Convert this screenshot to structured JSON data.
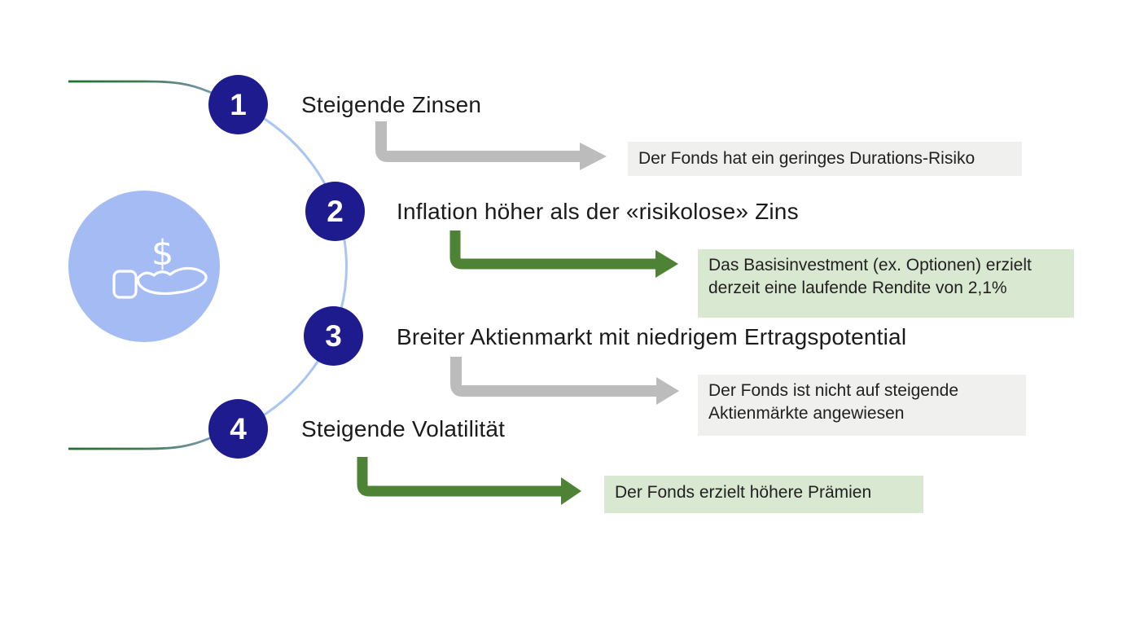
{
  "diagram": {
    "description": "Vier Marktszenarien mit Auswirkungen auf den Fonds",
    "center_icon": "hand-receiving-dollar-icon",
    "items": [
      {
        "number": "1",
        "title": "Steigende Zinsen",
        "note": "Der Fonds hat ein geringes Durations-Risiko",
        "tone": "neutral",
        "arrow_color": "#bcbcbc",
        "note_bg": "#f0f0ef"
      },
      {
        "number": "2",
        "title": "Inflation höher als der «risikolose» Zins",
        "note": "Das Basisinvestment (ex. Optionen) erzielt derzeit eine laufende Rendite von 2,1%",
        "tone": "positive",
        "arrow_color": "#4e8234",
        "note_bg": "#d9e9d1"
      },
      {
        "number": "3",
        "title": "Breiter Aktienmarkt mit niedrigem Ertragspotential",
        "note": "Der Fonds ist nicht auf steigende Aktienmärkte angewiesen",
        "tone": "neutral",
        "arrow_color": "#bcbcbc",
        "note_bg": "#f0f0ef"
      },
      {
        "number": "4",
        "title": "Steigende Volatilität",
        "note": "Der Fonds erzielt höhere Prämien",
        "tone": "positive",
        "arrow_color": "#4e8234",
        "note_bg": "#d9e9d1"
      }
    ],
    "icon_dollar_glyph": "$",
    "palette": {
      "step_circle": "#1e1b8e",
      "step_number_text": "#ffffff",
      "center_circle": "#a5bbf4",
      "sequence_arc": "#a9c5f4",
      "line_green_start": "#1c722e",
      "line_slate_end": "#7d98b5",
      "arrow_gray": "#bcbcbc",
      "arrow_green": "#4e8234",
      "note_gray_bg": "#f0f0ef",
      "note_green_bg": "#d9e9d1",
      "heading_text": "#1b1b1b",
      "background": "#ffffff"
    }
  }
}
